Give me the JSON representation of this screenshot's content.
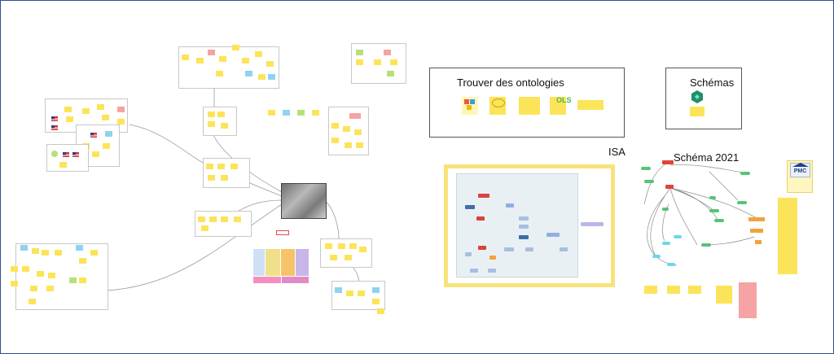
{
  "board": {
    "background": "#ffffff",
    "border_color": "#2f4f8f"
  },
  "sections": {
    "trouver_ontologies": {
      "title": "Trouver des ontologies",
      "ols_logo_text": "OLS"
    },
    "schemas": {
      "title": "Schémas"
    },
    "isa": {
      "title": "ISA"
    },
    "schema_2021": {
      "title": "Schéma 2021"
    },
    "pmc": {
      "logo_text": "PMC"
    }
  },
  "colors": {
    "sticky_yellow": "#fce45a",
    "sticky_blue": "#8fd3f0",
    "sticky_pink": "#f5a3a3",
    "sticky_green": "#b7e07a",
    "isa_frame": "#f8e27a",
    "node_red": "#e0443a",
    "node_green": "#55c47a",
    "node_cyan": "#6fd6ea",
    "node_orange": "#f2a23c",
    "connector": "#9a9a9a"
  },
  "icons": [
    "flag-icon",
    "photo-thumbnail",
    "hexagon-logo-icon",
    "pmc-logo-icon"
  ]
}
